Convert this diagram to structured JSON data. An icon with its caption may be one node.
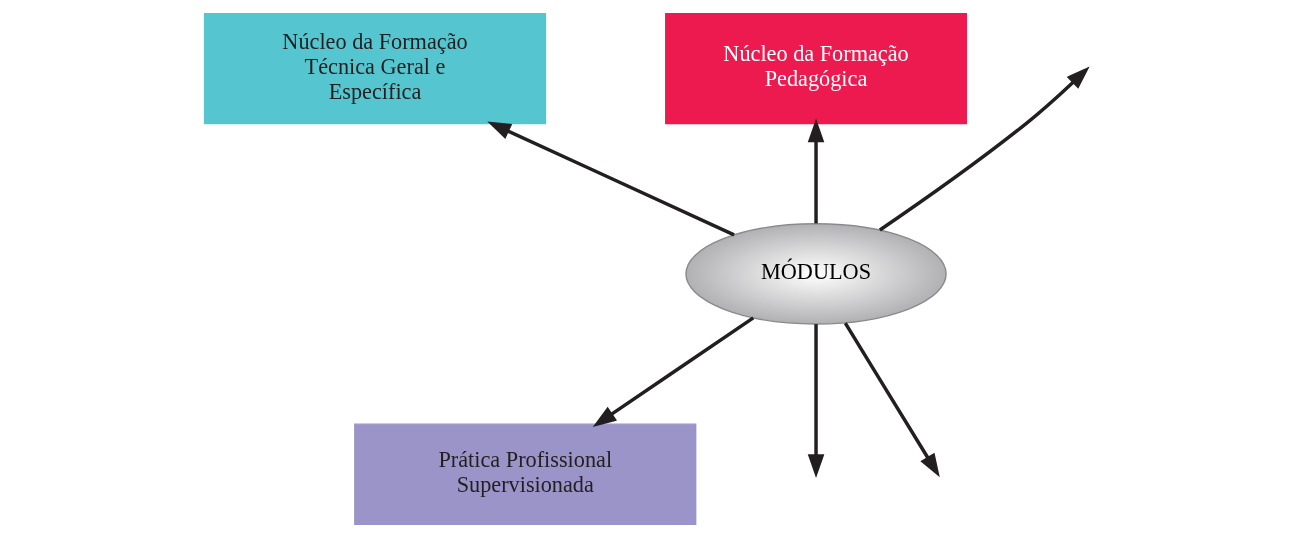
{
  "diagram": {
    "nodes": [
      {
        "text": [
          "MÓDULOS"
        ]
      },
      {
        "text": [
          "Núcleo da Formação Técnica Geral e Específica"
        ]
      },
      {
        "text": [
          "Núcleo da Formação Pedagógica"
        ]
      },
      {
        "text": [
          "Prática Profissional Supervisionada"
        ]
      }
    ],
    "edges": [
      {
        "from": 0,
        "to": 1,
        "arrow": "to"
      },
      {
        "from": 0,
        "to": null,
        "arrow": "to"
      },
      {
        "from": 0,
        "to": 2,
        "arrow": "to"
      },
      {
        "from": 0,
        "to": null,
        "arrow": "to"
      },
      {
        "from": 0,
        "to": 3,
        "arrow": "to"
      },
      {
        "from": 0,
        "to": null,
        "arrow": "to"
      }
    ]
  }
}
